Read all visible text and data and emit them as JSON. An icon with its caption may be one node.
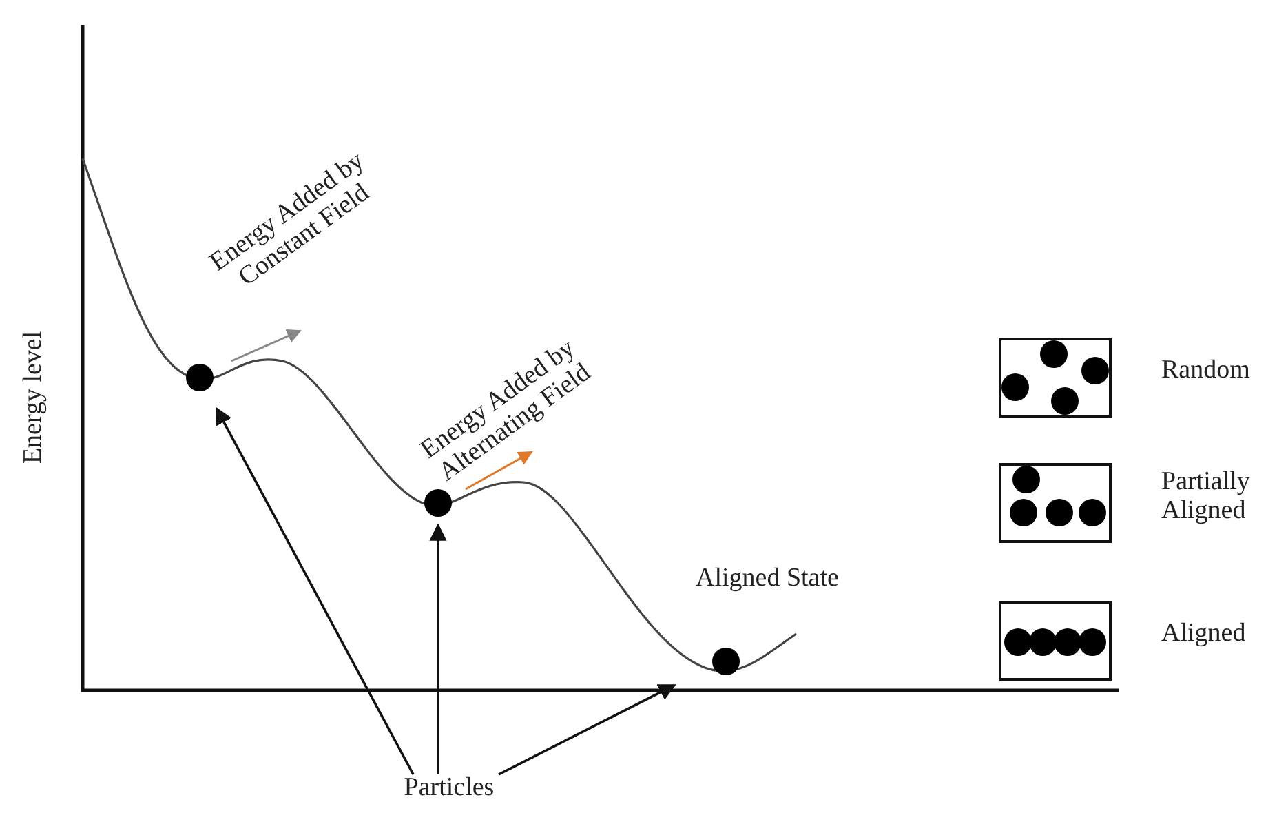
{
  "diagram": {
    "nodes": [
      {
        "text": [
          "Particles"
        ]
      },
      {
        "text": [],
        "shape": "circle"
      },
      {
        "text": [],
        "shape": "circle"
      },
      {
        "text": [],
        "shape": "circle"
      }
    ],
    "edges": [
      {
        "from": 0,
        "to": 1,
        "arrow": "to"
      },
      {
        "from": 0,
        "to": 2,
        "arrow": "to"
      },
      {
        "from": 0,
        "to": 3,
        "arrow": "to"
      }
    ],
    "labels": [
      "Energy level",
      "Energy Added by Constant Field",
      "Energy Added by Alternating Field",
      "Aligned State"
    ],
    "legend": [
      {
        "text": "Random"
      },
      {
        "text": "Partially Aligned"
      },
      {
        "text": "Aligned"
      }
    ]
  }
}
